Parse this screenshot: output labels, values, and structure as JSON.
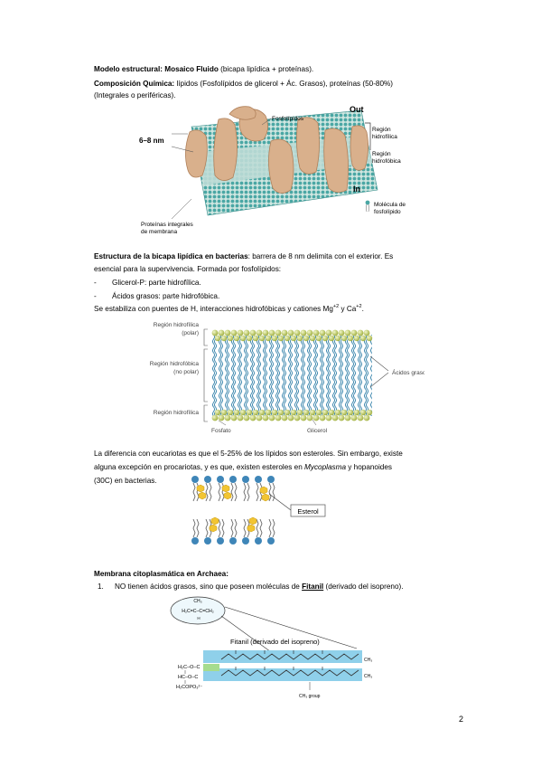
{
  "section1": {
    "line1_bold": "Modelo estructural: Mosaico Fluido",
    "line1_rest": " (bicapa lipídica + proteínas).",
    "line2_bold": "Composición Química:",
    "line2_rest": " lípidos (Fosfolípidos de glicerol + Ác. Grasos), proteínas (50-80%)",
    "line3": "(Integrales o periféricas)."
  },
  "figure1": {
    "label_out": "Out",
    "label_in": "In",
    "label_thickness": "6–8 nm",
    "label_phospholipids": "Fosfolípidos",
    "label_hydrophilic_1": "Región",
    "label_hydrophilic_2": "hidrofílica",
    "label_hydrophobic_1": "Región",
    "label_hydrophobic_2": "hidrofóbica",
    "label_molecule_1": "Molécula de",
    "label_molecule_2": "fosfolípido",
    "label_proteins_1": "Proteínas integrales",
    "label_proteins_2": "de membrana"
  },
  "section2": {
    "title_bold": "Estructura de la bicapa lipídica en bacterias",
    "line1_rest": ": barrera de 8 nm delimita con el exterior. Es",
    "line2": "esencial para la supervivencia.  Formada por fosfolípidos:",
    "bullet1_dash": "-",
    "bullet1": "Glicerol-P: parte hidrofílica.",
    "bullet2_dash": "-",
    "bullet2": "Ácidos grasos: parte hidrofóbica.",
    "line3_pre": "Se estabiliza con puentes de H, interacciones hidrofóbicas y cationes Mg",
    "mg_sup": "+2",
    "line3_mid": " y Ca",
    "ca_sup": "+2",
    "line3_end": "."
  },
  "figure2": {
    "label_top_1": "Región hidrofílica",
    "label_top_2": "(polar)",
    "label_mid_1": "Región hidrofóbica",
    "label_mid_2": "(no polar)",
    "label_bottom": "Región hidrofílica",
    "label_fatty_acids": "Ácidos grasos",
    "label_phosphate": "Fosfato",
    "label_glycerol": "Glicerol"
  },
  "section3": {
    "line1": "La diferencia con eucariotas es que el 5-25% de los lípidos son esteroles. Sin embargo, existe",
    "line2_pre": "alguna excepción en procariotas, y es que, existen esteroles en ",
    "line2_italic": "Mycoplasma",
    "line2_post": " y hopanoides",
    "line3": "(30C) en bacterias."
  },
  "figure3": {
    "label_sterol": "Esterol"
  },
  "section4": {
    "title": "Membrana citoplasmática en Archaea",
    "title_colon": ":",
    "item_num": "1.",
    "item_pre": "NO tienen ácidos grasos, sino que poseen moléculas de ",
    "item_underline": "Fitanil",
    "item_post": " (derivado del isopreno)."
  },
  "figure4": {
    "title": "Fitanil (derivado del isopreno)",
    "formula_top": "CH₃",
    "formula_main": "H₂C=C–C=CH₂",
    "formula_h": "H",
    "l1": "H₂C–O–C",
    "l2": "HC–O–C",
    "l3": "H₂COPO₃²⁻",
    "ch3_top": "CH₃",
    "ch3_bottom": "CH₃",
    "ch3_group": "CH₃ group"
  },
  "footer": {
    "page_number": "2"
  }
}
